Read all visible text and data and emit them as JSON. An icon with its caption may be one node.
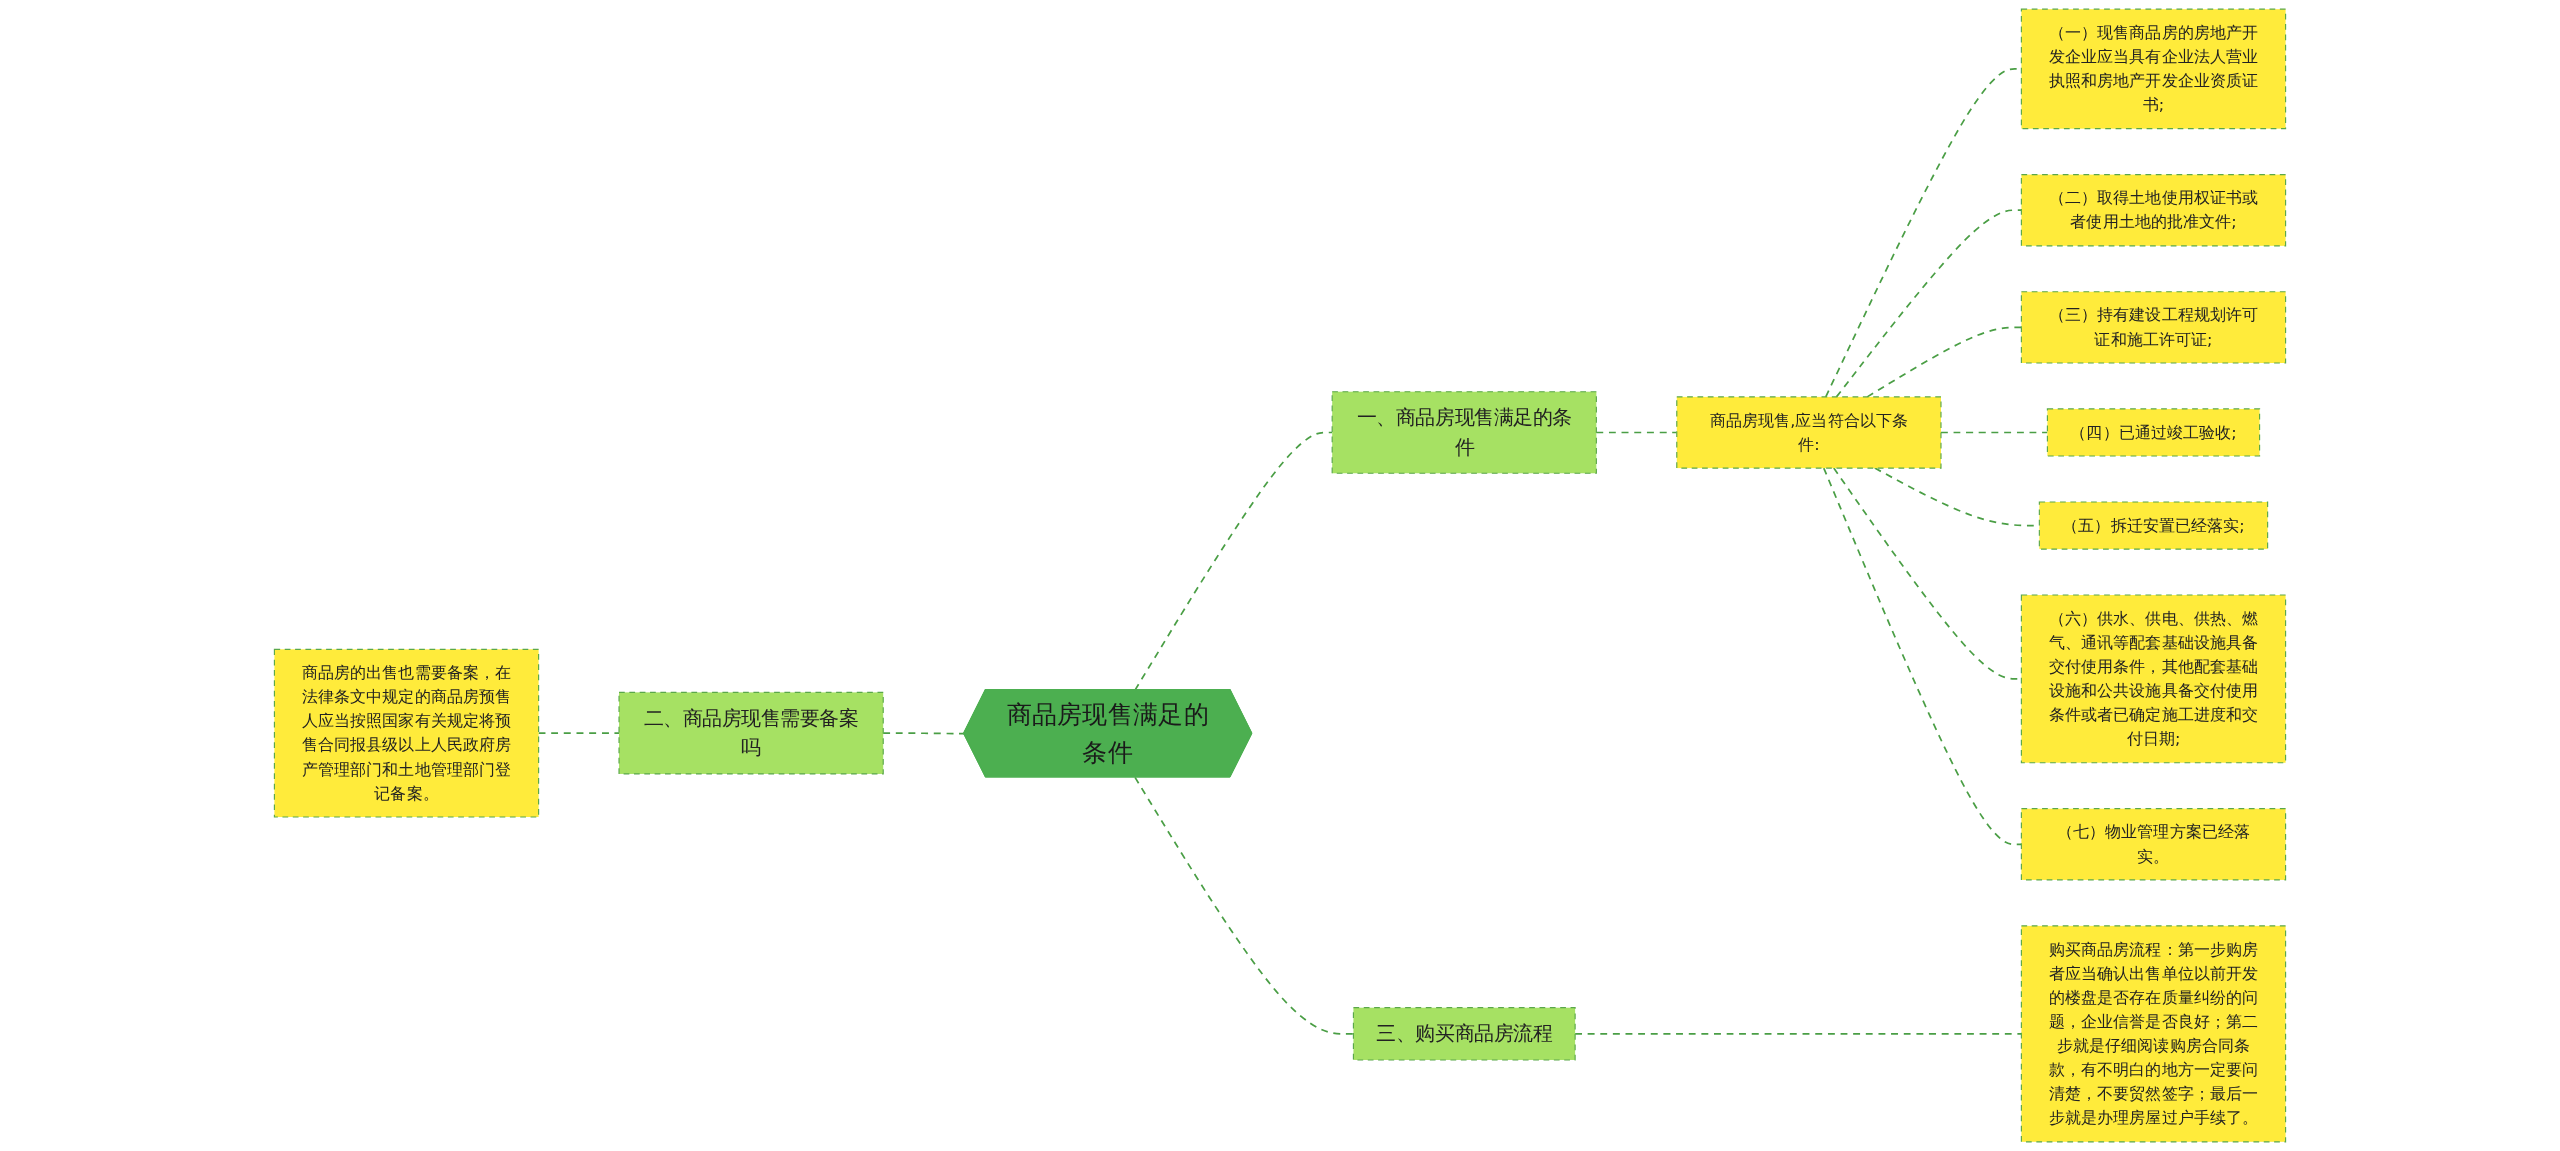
{
  "diagram": {
    "nodes": [
      {
        "text": [
          "商品房现售满足的条件"
        ]
      },
      {
        "text": [
          "一、商品房现售满足的条件"
        ]
      },
      {
        "text": [
          "商品房现售,应当符合以下条件:"
        ]
      },
      {
        "text": [
          "（一）现售商品房的房地产开发企业应当具有企业法人营业执照和房地产开发企业资质证书;"
        ]
      },
      {
        "text": [
          "（二）取得土地使用权证书或者使用土地的批准文件;"
        ]
      },
      {
        "text": [
          "（三）持有建设工程规划许可证和施工许可证;"
        ]
      },
      {
        "text": [
          "（四）已通过竣工验收;"
        ]
      },
      {
        "text": [
          "（五）拆迁安置已经落实;"
        ]
      },
      {
        "text": [
          "（六）供水、供电、供热、燃气、通讯等配套基础设施具备交付使用条件，其他配套基础设施和公共设施具备交付使用条件或者已确定施工进度和交付日期;"
        ]
      },
      {
        "text": [
          "（七）物业管理方案已经落实。"
        ]
      },
      {
        "text": [
          "二、商品房现售需要备案吗"
        ]
      },
      {
        "text": [
          "商品房的出售也需要备案，在法律条文中规定的商品房预售人应当按照国家有关规定将预售合同报县级以上人民政府房产管理部门和土地管理部门登记备案。"
        ]
      },
      {
        "text": [
          "三、购买商品房流程"
        ]
      },
      {
        "text": [
          "购买商品房流程：第一步购房者应当确认出售单位以前开发的楼盘是否存在质量纠纷的问题，企业信誉是否良好；第二步就是仔细阅读购房合同条款，有不明白的地方一定要问清楚，不要贸然签字；最后一步就是办理房屋过户手续了。"
        ]
      }
    ],
    "edges": [
      {
        "from": 0,
        "to": 1,
        "arrow": "none",
        "style": "dashed"
      },
      {
        "from": 1,
        "to": 2,
        "arrow": "none",
        "style": "dashed"
      },
      {
        "from": 2,
        "to": 3,
        "arrow": "none",
        "style": "dashed"
      },
      {
        "from": 2,
        "to": 4,
        "arrow": "none",
        "style": "dashed"
      },
      {
        "from": 2,
        "to": 5,
        "arrow": "none",
        "style": "dashed"
      },
      {
        "from": 2,
        "to": 6,
        "arrow": "none",
        "style": "dashed"
      },
      {
        "from": 2,
        "to": 7,
        "arrow": "none",
        "style": "dashed"
      },
      {
        "from": 2,
        "to": 8,
        "arrow": "none",
        "style": "dashed"
      },
      {
        "from": 2,
        "to": 9,
        "arrow": "none",
        "style": "dashed"
      },
      {
        "from": 11,
        "to": 10,
        "arrow": "none",
        "style": "dashed"
      },
      {
        "from": 10,
        "to": 0,
        "arrow": "none",
        "style": "dashed"
      },
      {
        "from": 0,
        "to": 12,
        "arrow": "none",
        "style": "dashed"
      },
      {
        "from": 12,
        "to": 13,
        "arrow": "none",
        "style": "dashed"
      }
    ]
  }
}
